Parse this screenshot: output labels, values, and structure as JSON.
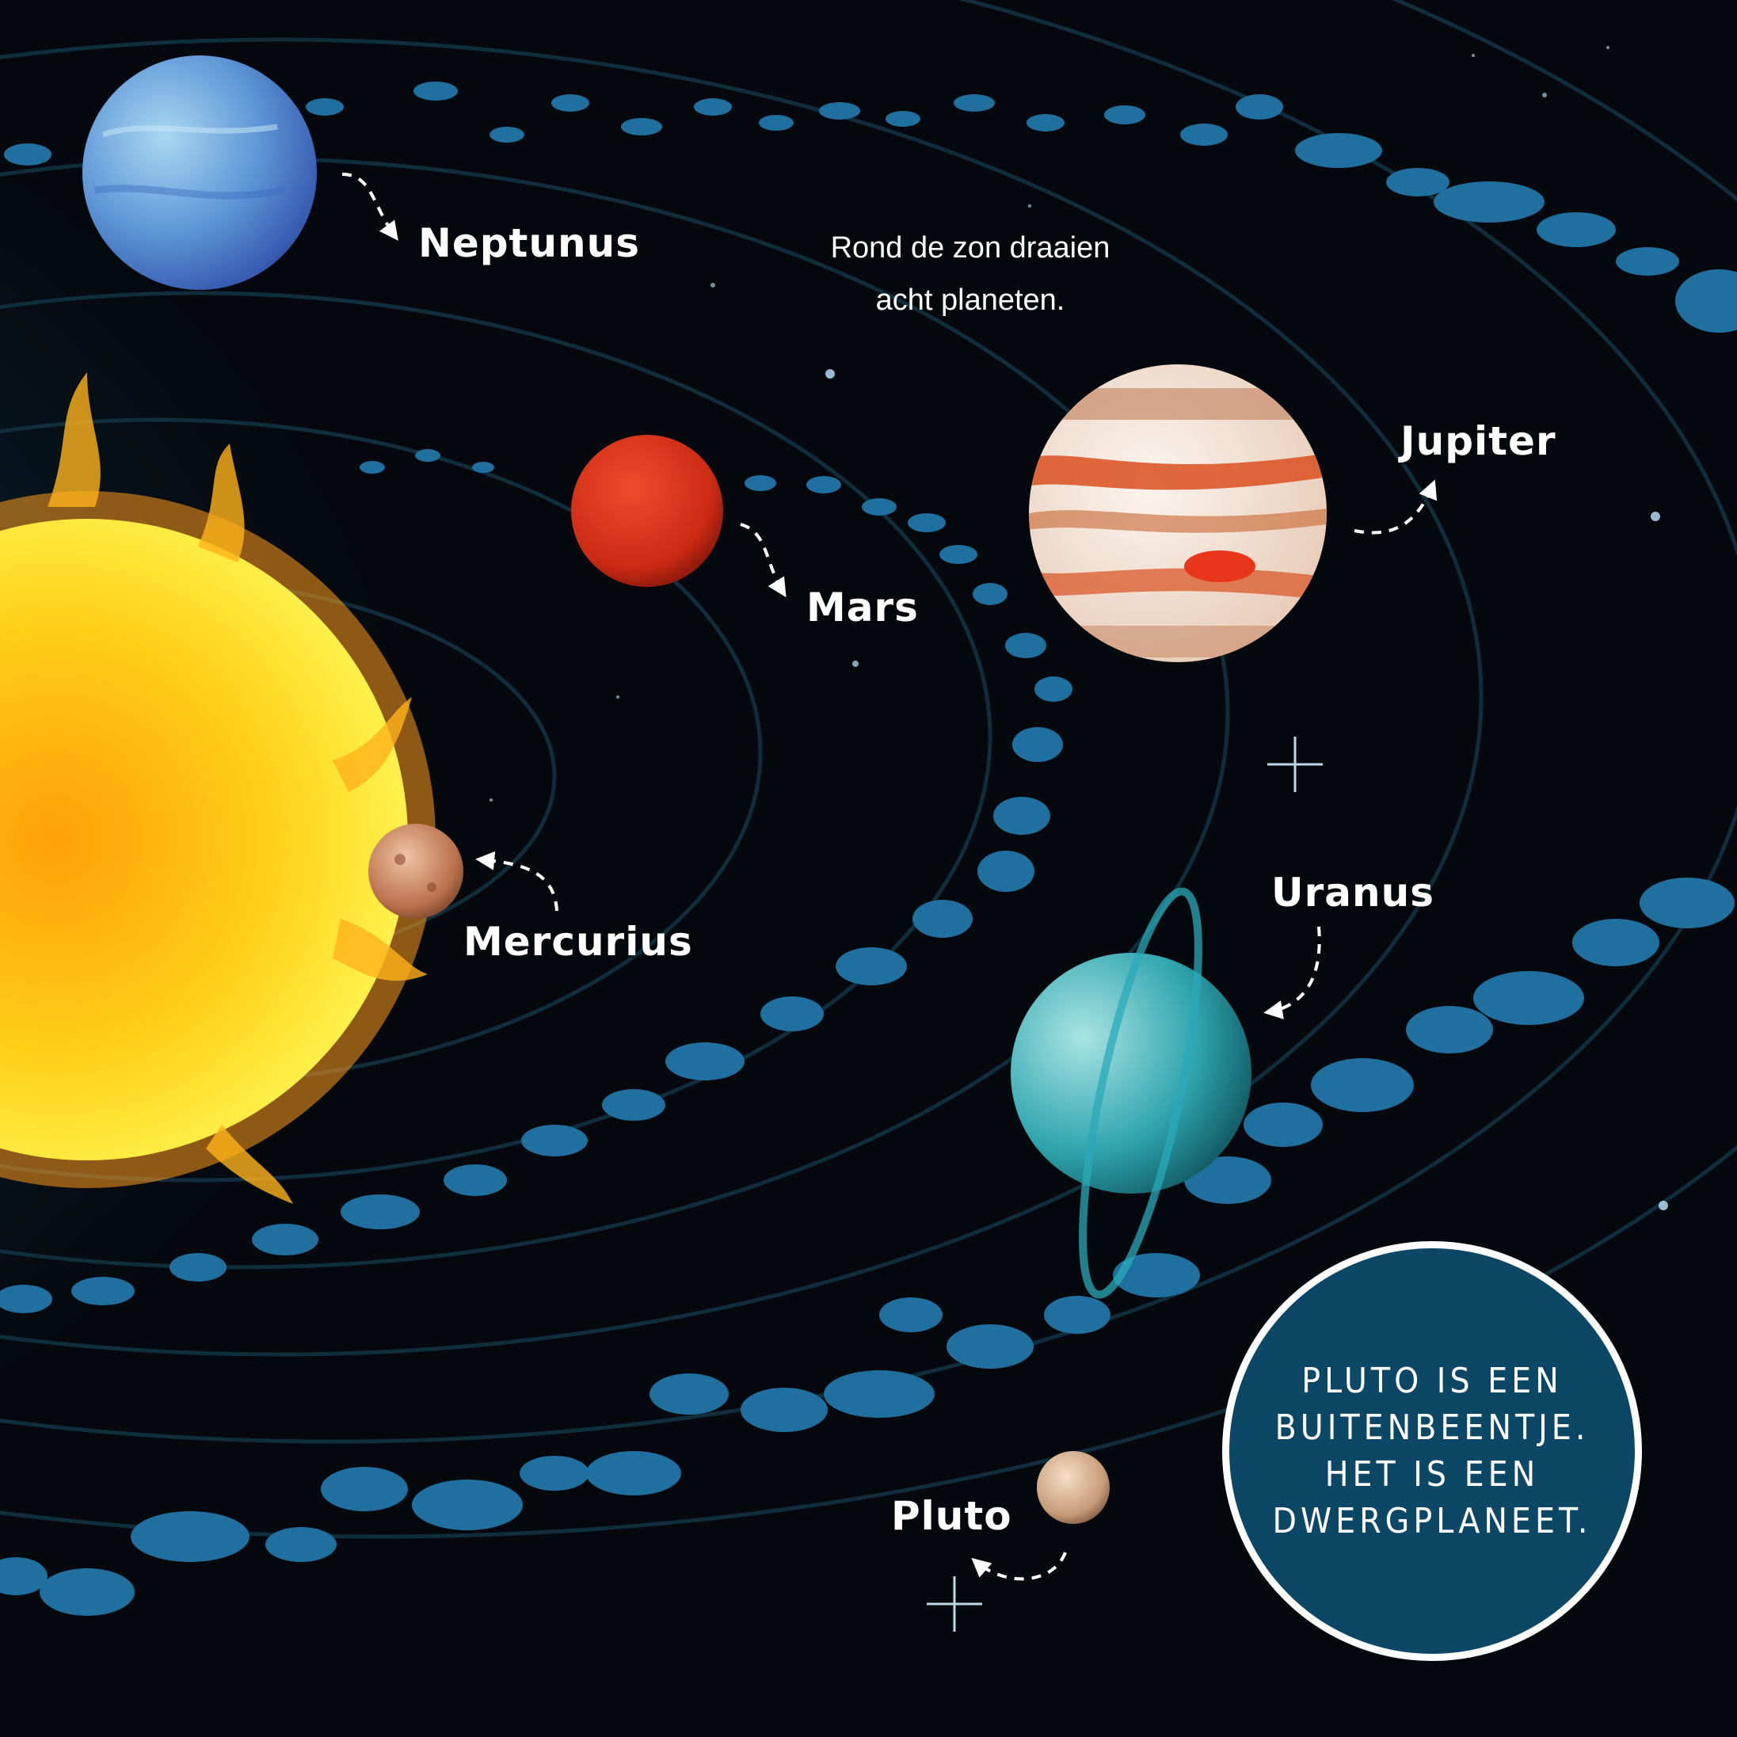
{
  "intro": {
    "line1": "Rond de zon draaien",
    "line2": "acht planeten."
  },
  "planets": {
    "neptune": "Neptunus",
    "jupiter": "Jupiter",
    "mars": "Mars",
    "mercury": "Mercurius",
    "uranus": "Uranus",
    "pluto": "Pluto"
  },
  "callout": {
    "line1": "PLUTO IS EEN",
    "line2": "BUITENBEENTJE.",
    "line3": "HET IS EEN",
    "line4": "DWERGPLANEET."
  },
  "colors": {
    "space": "#05080d",
    "orbit_line": "#0e2c3a",
    "asteroid": "#1e6f9e",
    "sun": "#ffd21a",
    "callout_bg": "#0d4766"
  }
}
